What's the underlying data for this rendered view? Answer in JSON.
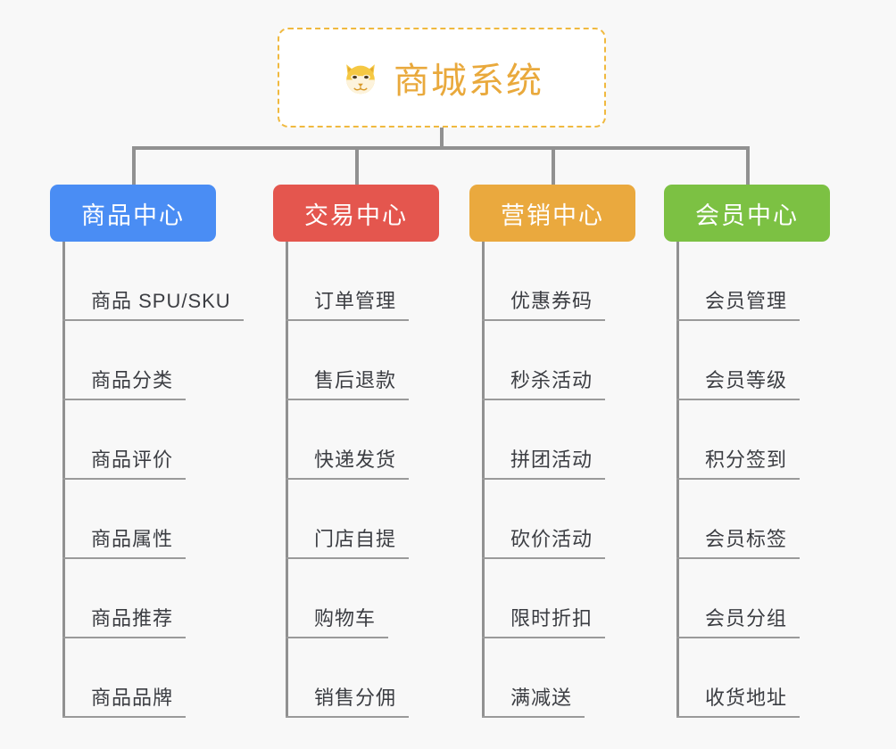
{
  "diagram": {
    "type": "org-tree",
    "background_color": "#f8f8f8",
    "line_color": "#919191",
    "root": {
      "icon": "shiba-dog-face-emoji",
      "title": "商城系统",
      "title_color": "#e9a93c",
      "border_color": "#f0b93f",
      "border_style": "dashed",
      "background_color": "#ffffff"
    },
    "categories": [
      {
        "label": "商品中心",
        "color": "#4a8df4",
        "leaves": [
          "商品 SPU/SKU",
          "商品分类",
          "商品评价",
          "商品属性",
          "商品推荐",
          "商品品牌"
        ]
      },
      {
        "label": "交易中心",
        "color": "#e4564e",
        "leaves": [
          "订单管理",
          "售后退款",
          "快递发货",
          "门店自提",
          "购物车",
          "销售分佣"
        ]
      },
      {
        "label": "营销中心",
        "color": "#eaa93e",
        "leaves": [
          "优惠券码",
          "秒杀活动",
          "拼团活动",
          "砍价活动",
          "限时折扣",
          "满减送"
        ]
      },
      {
        "label": "会员中心",
        "color": "#7cc143",
        "leaves": [
          "会员管理",
          "会员等级",
          "积分签到",
          "会员标签",
          "会员分组",
          "收货地址"
        ]
      }
    ]
  }
}
